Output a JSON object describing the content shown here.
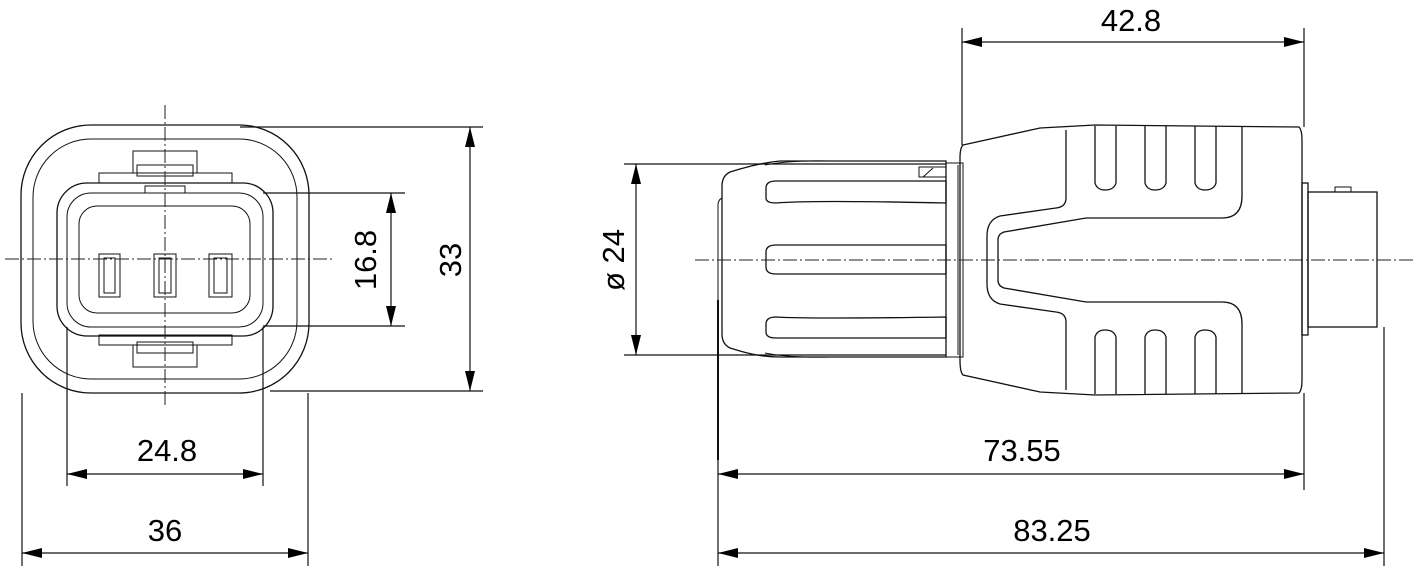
{
  "dimensions": {
    "front_slot_height": "16.8",
    "front_height": "33",
    "front_inner_width": "24.8",
    "front_width": "36",
    "side_diameter": "ø 24",
    "side_body_length": "42.8",
    "side_length_short": "73.55",
    "side_length_total": "83.25"
  }
}
